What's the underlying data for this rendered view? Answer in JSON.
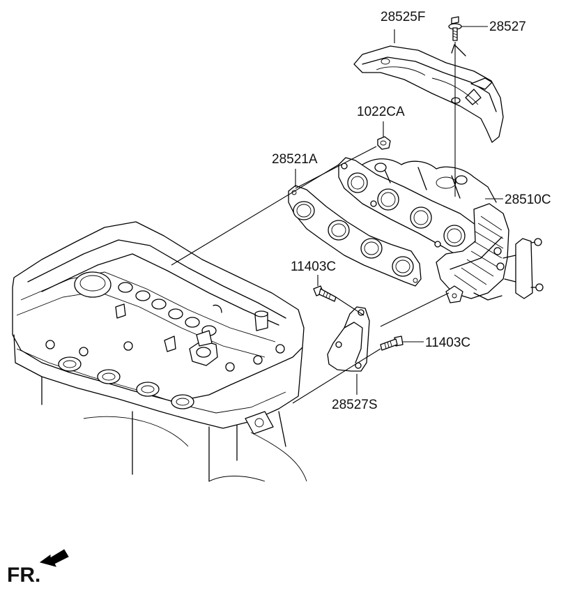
{
  "callouts": {
    "heat_shield": "28525F",
    "heat_shield_bolt": "28527",
    "nut": "1022CA",
    "gasket": "28521A",
    "manifold": "28510C",
    "bolt_left": "11403C",
    "bolt_right": "11403C",
    "bracket": "28527S"
  },
  "front_indicator": "FR."
}
